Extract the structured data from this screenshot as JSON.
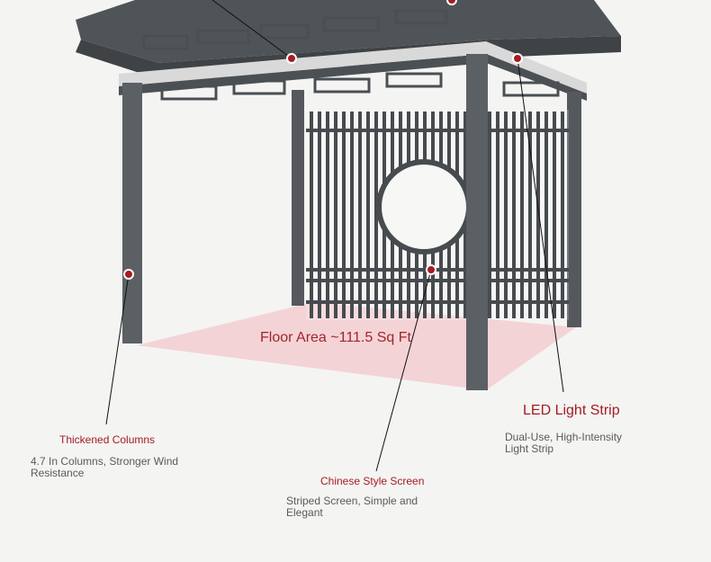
{
  "floor": {
    "label": "Floor Area ~111.5 Sq Ft"
  },
  "callouts": {
    "columns": {
      "title": "Thickened Columns",
      "description": "4.7 In Columns, Stronger Wind Resistance"
    },
    "screen": {
      "title": "Chinese Style Screen",
      "description": "Striped Screen, Simple and Elegant"
    },
    "led": {
      "title": "LED Light Strip",
      "description": "Dual-Use, High-Intensity Light Strip"
    }
  },
  "colors": {
    "background": "#f4f4f3",
    "frame": "#5b6064",
    "accent": "#a31d24",
    "floor": "#f2c9cb"
  }
}
